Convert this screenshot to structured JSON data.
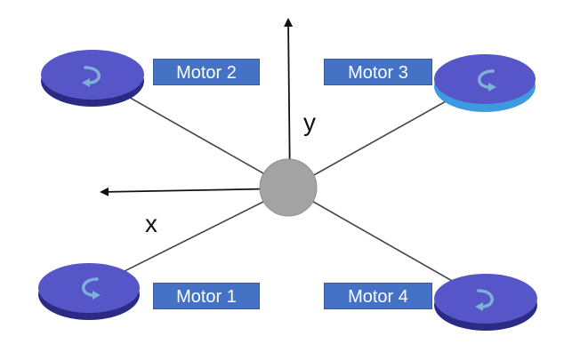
{
  "axes": {
    "x_label": "x",
    "y_label": "y"
  },
  "motors": [
    {
      "label": "Motor 1",
      "rotation": "counterclockwise"
    },
    {
      "label": "Motor 2",
      "rotation": "clockwise"
    },
    {
      "label": "Motor 3",
      "rotation": "counterclockwise"
    },
    {
      "label": "Motor 4",
      "rotation": "clockwise"
    }
  ],
  "colors": {
    "label_fill": "#4472c4",
    "motor_top": "#5656c9",
    "motor_side": "#2b2b86",
    "motor_3_rim": "#3d9ae0",
    "hub": "#a3a3a3",
    "arrow": "#7fb0d8"
  }
}
